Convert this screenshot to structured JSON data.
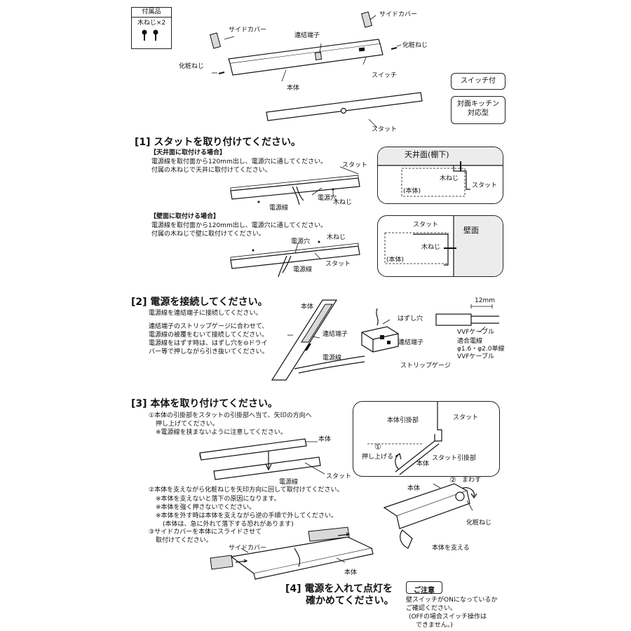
{
  "accessories": {
    "title": "付属品",
    "item": "木ねじ×2"
  },
  "parts": {
    "side_cover_left": "サイドカバー",
    "side_cover_right": "サイドカバー",
    "connector": "連結端子",
    "decorative_screw_right": "化粧ねじ",
    "decorative_screw_left": "化粧ねじ",
    "switch": "スイッチ",
    "body": "本体",
    "stud": "スタット"
  },
  "badges": {
    "switch_model": "スイッチ付",
    "kitchen_model_line1": "対面キッチン",
    "kitchen_model_line2": "対応型"
  },
  "step1": {
    "heading": "[1] スタットを取り付けてください。",
    "ceiling": {
      "subheading": "【天井面に取付ける場合】",
      "line1": "電源線を取付面から120mm出し、電源穴に通してください。",
      "line2": "付属の木ねじで天井に取付けてください。",
      "label_stud": "スタット",
      "label_power_hole": "電源穴",
      "label_power_line": "電源線",
      "label_wood_screw": "木ねじ",
      "detail_title": "天井面(棚下)",
      "detail_wood_screw": "木ねじ",
      "detail_stud": "スタット",
      "detail_body": "(本体)"
    },
    "wall": {
      "subheading": "【壁面に取付ける場合】",
      "line1": "電源線を取付面から120mm出し、電源穴に通してください。",
      "line2": "付属の木ねじで壁に取付けてください。",
      "label_power_hole": "電源穴",
      "label_wood_screw": "木ねじ",
      "label_power_line": "電源線",
      "label_stud": "スタット",
      "detail_title": "壁面",
      "detail_stud": "スタット",
      "detail_wood_screw": "木ねじ",
      "detail_body": "(本体)"
    }
  },
  "step2": {
    "heading": "[2] 電源を接続してください。",
    "line1": "電源線を連結端子に接続してください。",
    "line2": "連結端子のストリップゲージに合わせて、",
    "line3": "電源線の被覆をむいて接続してください。",
    "line4": "電源線をはずす時は、はずし穴を⊖ドライ",
    "line5": "バー等で押しながら引き抜いてください。",
    "label_body": "本体",
    "label_connector": "連結端子",
    "label_power_line": "電源線",
    "label_release_hole": "はずし穴",
    "label_connector2": "連結端子",
    "label_strip_gauge": "ストリップゲージ",
    "dim": "12mm",
    "label_vvf": "VVFケーブル",
    "compat_title": "適合電線",
    "compat_line1": "φ1.6・φ2.0単線",
    "compat_line2": "VVFケーブル"
  },
  "step3": {
    "heading": "[3] 本体を取り付けてください。",
    "line1": "①本体の引掛部をスタットの引掛部へ当て、矢印の方向へ",
    "line2": "押し上げてください。",
    "line3": "※電源線を挟まないように注意してください。",
    "label_body": "本体",
    "label_stud": "スタット",
    "label_power_line": "電源線",
    "detail_body_hook": "本体引掛部",
    "detail_stud": "スタット",
    "detail_num": "①",
    "detail_push": "押し上げる",
    "detail_body": "本体",
    "detail_stud_hook": "スタット引掛部",
    "line4": "②本体を支えながら化粧ねじを矢印方向に回して取付けてください。",
    "line5": "※本体を支えないと落下の原因になります。",
    "line6": "※本体を強く押さないでください。",
    "line7": "※本体を外す時は本体を支えながら逆の手順で外してください。",
    "line8": "(本体は、急に外れて落下する恐れがあります)",
    "label_num2": "②",
    "label_turn": "まわす",
    "label_body2": "本体",
    "label_deco_screw": "化粧ねじ",
    "label_support": "本体を支える",
    "line9": "③サイドカバーを本体にスライドさせて",
    "line10": "取付けてください。",
    "label_side_cover": "サイドカバー",
    "label_body3": "本体"
  },
  "step4": {
    "heading_line1": "[4] 電源を入れて点灯を",
    "heading_line2": "確かめてください。"
  },
  "caution": {
    "title": "ご注意",
    "line1": "壁スイッチがONになっているか",
    "line2": "ご確認ください。",
    "line3": "(OFFの場合スイッチ操作は",
    "line4": "できません。)"
  }
}
